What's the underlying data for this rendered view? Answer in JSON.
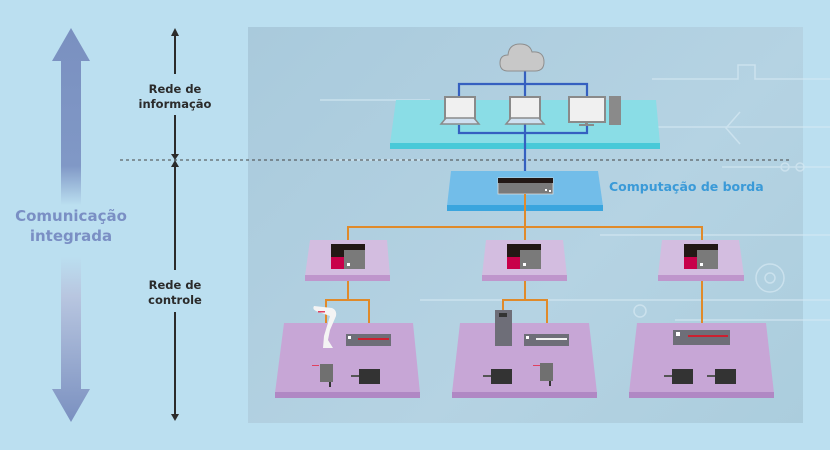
{
  "labels": {
    "info_network": [
      "Rede de",
      "informação"
    ],
    "control_network": [
      "Rede de",
      "controle"
    ],
    "integrated": [
      "Comunicação",
      "integrada"
    ],
    "edge_computing": "Computação de borda"
  },
  "colors": {
    "background": "#bbdff0",
    "info_layer": "#8adde6",
    "edge_layer": "#72bde9",
    "control_layer": "#d3bde0",
    "field_layer": "#c7a6d6",
    "ethernet_line": "#3560c0",
    "control_line": "#e08a2a",
    "plc_accent": "#c8004a"
  },
  "nodes": {
    "cloud": "cloud-icon",
    "info_devices": [
      "laptop",
      "laptop",
      "desktop-pc"
    ],
    "edge": "edge-controller",
    "controllers": [
      "plc",
      "plc",
      "plc"
    ],
    "cells": [
      [
        "robot-arm",
        "servo-drive",
        "motor",
        "motor"
      ],
      [
        "inverter",
        "servo-drive",
        "motor",
        "motor"
      ],
      [
        "servo-drive",
        "motor",
        "motor"
      ]
    ]
  }
}
